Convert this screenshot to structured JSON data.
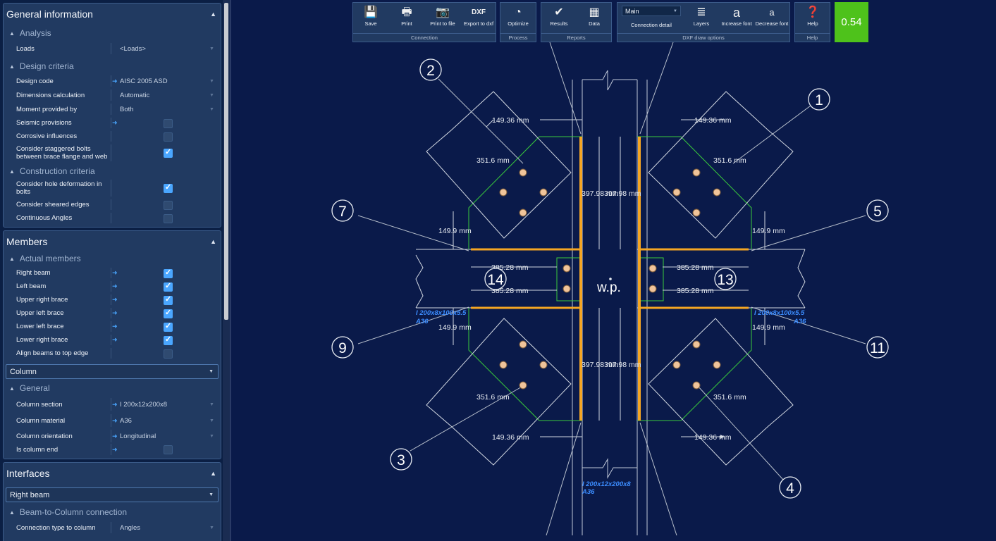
{
  "left_panel": {
    "general": {
      "title": "General information",
      "analysis": "Analysis",
      "loads_label": "Loads",
      "loads_value": "<Loads>",
      "design_criteria": "Design criteria",
      "design_code_label": "Design code",
      "design_code_value": "AISC 2005 ASD",
      "dim_calc_label": "Dimensions calculation",
      "dim_calc_value": "Automatic",
      "moment_label": "Moment provided by",
      "moment_value": "Both",
      "seismic_label": "Seismic provisions",
      "corrosive_label": "Corrosive influences",
      "staggered_label": "Consider staggered bolts between brace flange and web",
      "construction_criteria": "Construction criteria",
      "hole_def_label": "Consider hole deformation in bolts",
      "sheared_label": "Consider sheared edges",
      "continuous_label": "Continuous Angles"
    },
    "members": {
      "title": "Members",
      "actual": "Actual members",
      "right_beam": "Right beam",
      "left_beam": "Left beam",
      "upper_right": "Upper right brace",
      "upper_left": "Upper left brace",
      "lower_left": "Lower left brace",
      "lower_right": "Lower right brace",
      "align": "Align beams to top edge",
      "combo": "Column",
      "general": "General",
      "col_section_label": "Column section",
      "col_section_value": "I 200x12x200x8",
      "col_material_label": "Column material",
      "col_material_value": "A36",
      "col_orient_label": "Column orientation",
      "col_orient_value": "Longitudinal",
      "col_end_label": "Is column end"
    },
    "interfaces": {
      "title": "Interfaces",
      "combo": "Right beam",
      "btc": "Beam-to-Column connection",
      "conn_type_label": "Connection type to column",
      "conn_type_value": "Angles"
    }
  },
  "toolbar": {
    "save": "Save",
    "print": "Print",
    "print_file": "Print to file",
    "export": "Export to dxf",
    "connection": "Connection",
    "optimize": "Optimize",
    "process": "Process",
    "results": "Results",
    "data": "Data",
    "reports": "Reports",
    "main_select": "Main",
    "connection_detail": "Connection detail",
    "layers": "Layers",
    "increase_font": "Increase font",
    "decrease_font": "Decrease font",
    "dxf_options": "DXF draw options",
    "help": "Help",
    "help_group": "Help",
    "score": "0.54"
  },
  "drawing": {
    "dim_149_36": "149.36 mm",
    "dim_351_6": "351.6 mm",
    "dim_149_9": "149.9 mm",
    "dim_397_98": "397.98 mm",
    "dim_385_28": "385.28 mm",
    "wp": "w.p.",
    "beam_section": "I 200x8x100x5.5",
    "beam_material": "A36",
    "col_section": "I 200x12x200x8",
    "col_material": "A36",
    "callouts": [
      "1",
      "2",
      "3",
      "4",
      "5",
      "7",
      "9",
      "11",
      "13",
      "14"
    ]
  },
  "colors": {
    "canvas_bg": "#0a1a4a",
    "member_line": "#d0d6e0",
    "weld": "#f5a623",
    "gusset": "#39c93c",
    "bolt": "#f0c49a",
    "section_label": "#3c8dff"
  }
}
